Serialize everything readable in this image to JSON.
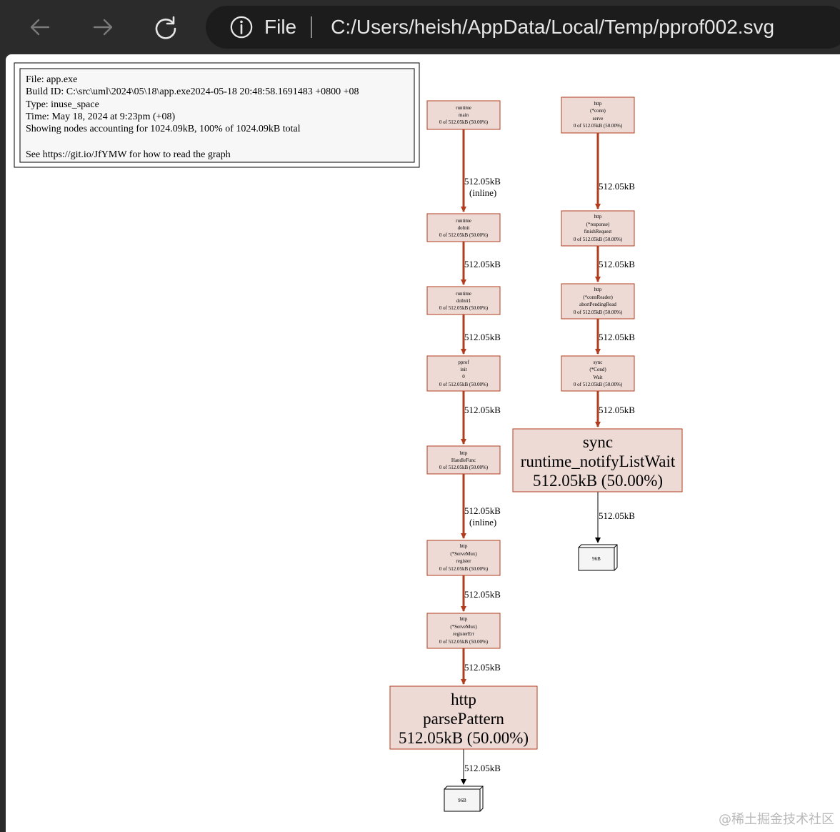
{
  "browser": {
    "back_icon": "back-arrow-icon",
    "forward_icon": "forward-arrow-icon",
    "refresh_icon": "refresh-icon",
    "info_icon": "info-icon",
    "scheme_label": "File",
    "url": "C:/Users/heish/AppData/Local/Temp/pprof002.svg"
  },
  "legend": {
    "lines": [
      "File: app.exe",
      "Build ID: C:\\src\\uml\\2024\\05\\18\\app.exe2024-05-18 20:48:58.1691483 +0800 +08",
      "Type: inuse_space",
      "Time: May 18, 2024 at 9:23pm (+08)",
      "Showing nodes accounting for 1024.09kB, 100% of 1024.09kB total",
      "",
      "See https://git.io/JfYMW for how to read the graph"
    ]
  },
  "colors": {
    "node_fill": "#eddad5",
    "node_stroke": "#b23c1e",
    "edge": "#b23c1e",
    "thin_edge": "#000000"
  },
  "nodes": {
    "runtime_main": [
      "runtime",
      "main",
      "0 of 512.05kB (50.00%)"
    ],
    "runtime_doinit": [
      "runtime",
      "doInit",
      "0 of 512.05kB (50.00%)"
    ],
    "runtime_doinit1": [
      "runtime",
      "doInit1",
      "0 of 512.05kB (50.00%)"
    ],
    "pprof_init": [
      "pprof",
      "init",
      "0",
      "0 of 512.05kB (50.00%)"
    ],
    "http_handlefunc": [
      "http",
      "HandleFunc",
      "0 of 512.05kB (50.00%)"
    ],
    "http_servemux_register": [
      "http",
      "(*ServeMux)",
      "register",
      "0 of 512.05kB (50.00%)"
    ],
    "http_servemux_registererr": [
      "http",
      "(*ServeMux)",
      "registerErr",
      "0 of 512.05kB (50.00%)"
    ],
    "http_parsepattern": [
      "http",
      "parsePattern",
      "512.05kB (50.00%)"
    ],
    "http_conn_serve": [
      "http",
      "(*conn)",
      "serve",
      "0 of 512.05kB (50.00%)"
    ],
    "http_response_finishrequest": [
      "http",
      "(*response)",
      "finishRequest",
      "0 of 512.05kB (50.00%)"
    ],
    "http_connreader_abortpendingread": [
      "http",
      "(*connReader)",
      "abortPendingRead",
      "0 of 512.05kB (50.00%)"
    ],
    "sync_cond_wait": [
      "sync",
      "(*Cond)",
      "Wait",
      "0 of 512.05kB (50.00%)"
    ],
    "sync_notifylistwait": [
      "sync",
      "runtime_notifyListWait",
      "512.05kB (50.00%)"
    ],
    "alloc_96b_left": [
      "96B"
    ],
    "alloc_96b_right": [
      "96B"
    ]
  },
  "edges": {
    "main_doinit": [
      "512.05kB",
      "(inline)"
    ],
    "doinit_doinit1": [
      "512.05kB"
    ],
    "doinit1_pprofinit": [
      "512.05kB"
    ],
    "pprofinit_handlefunc": [
      "512.05kB"
    ],
    "handlefunc_register": [
      "512.05kB",
      "(inline)"
    ],
    "register_registererr": [
      "512.05kB"
    ],
    "registererr_parsepattern": [
      "512.05kB"
    ],
    "parsepattern_96b": [
      "512.05kB"
    ],
    "serve_finishrequest": [
      "512.05kB"
    ],
    "finishrequest_abort": [
      "512.05kB"
    ],
    "abort_condwait": [
      "512.05kB"
    ],
    "condwait_notify": [
      "512.05kB"
    ],
    "notify_96b": [
      "512.05kB"
    ]
  },
  "watermark": "@稀土掘金技术社区"
}
